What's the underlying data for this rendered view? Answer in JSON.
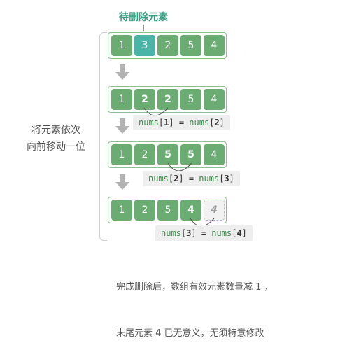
{
  "title": "待删除元素",
  "side_label_line1": "将元素依次",
  "side_label_line2": "向前移动一位",
  "rows": [
    [
      "1",
      "3",
      "2",
      "5",
      "4"
    ],
    [
      "1",
      "2",
      "2",
      "5",
      "4"
    ],
    [
      "1",
      "2",
      "5",
      "5",
      "4"
    ],
    [
      "1",
      "2",
      "5",
      "4",
      "4"
    ]
  ],
  "codes": [
    {
      "a": "nums",
      "i1": "[",
      "n1": "1",
      "c1": "]",
      "eq": " = ",
      "b": "nums",
      "i2": "[",
      "n2": "2",
      "c2": "]"
    },
    {
      "a": "nums",
      "i1": "[",
      "n1": "2",
      "c1": "]",
      "eq": " = ",
      "b": "nums",
      "i2": "[",
      "n2": "3",
      "c2": "]"
    },
    {
      "a": "nums",
      "i1": "[",
      "n1": "3",
      "c1": "]",
      "eq": " = ",
      "b": "nums",
      "i2": "[",
      "n2": "4",
      "c2": "]"
    }
  ],
  "caption_line1": "完成删除后，数组有效元素数量减 1 ，",
  "caption_line2": "末尾元素 4 已无意义，无须特意修改",
  "colors": {
    "cell": "#6aac72",
    "target": "#4ab4a6",
    "title": "#3a9e82"
  }
}
